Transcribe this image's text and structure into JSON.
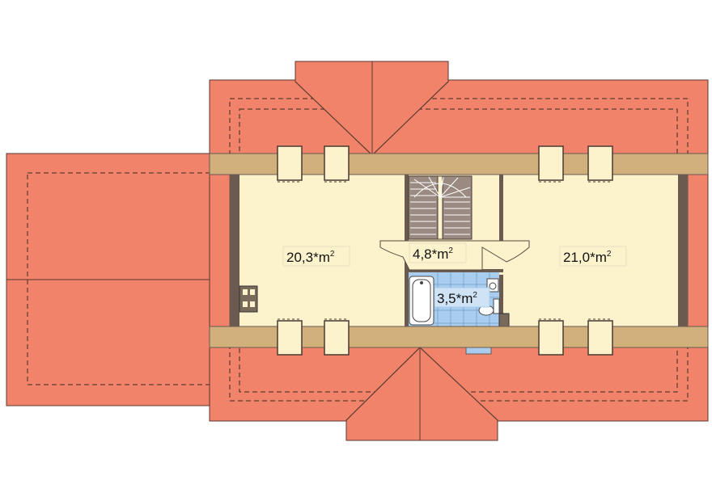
{
  "colors": {
    "roof": "#f0836a",
    "roof_line": "#5a3a30",
    "beam": "#d2b07c",
    "floor": "#fcf3cc",
    "bath": "#a9cdee",
    "wall": "#6b5a50",
    "stair": "#9a8a82"
  },
  "rooms": [
    {
      "name": "room-left",
      "area": "20,3*m",
      "exp": "2"
    },
    {
      "name": "hall",
      "area": "4,8*m",
      "exp": "2"
    },
    {
      "name": "bathroom",
      "area": "3,5*m",
      "exp": "2"
    },
    {
      "name": "room-right",
      "area": "21,0*m",
      "exp": "2"
    }
  ]
}
